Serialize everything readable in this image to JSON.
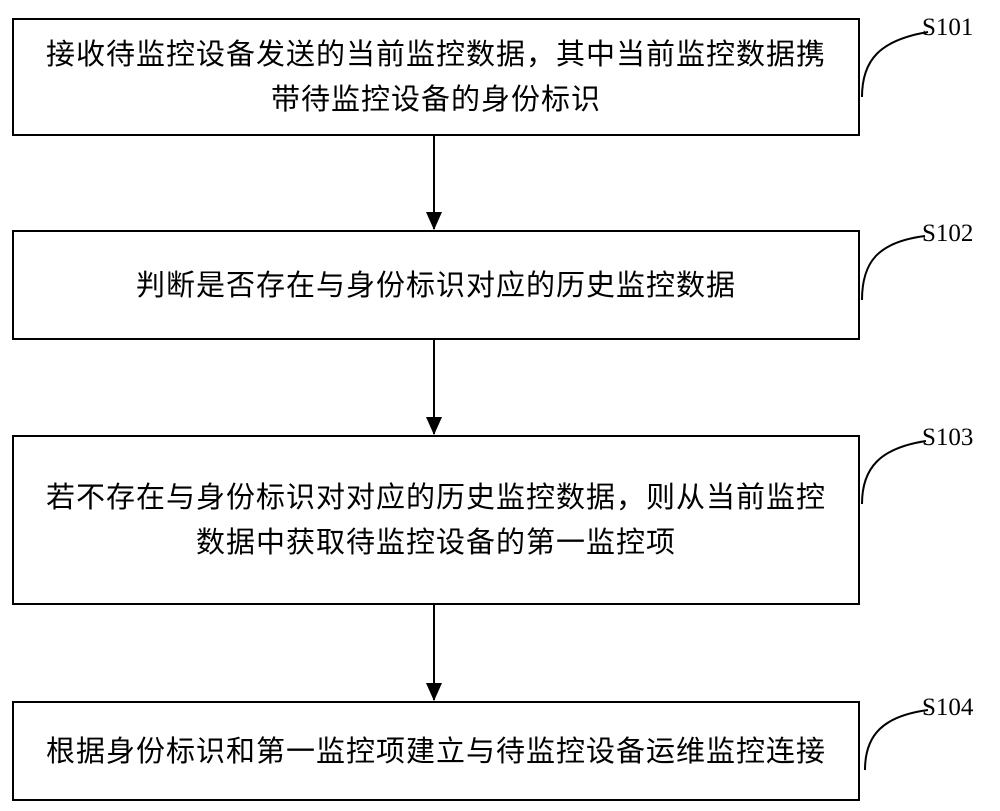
{
  "steps": [
    {
      "label": "S101",
      "text": "接收待监控设备发送的当前监控数据，其中当前监控数据携带待监控设备的身份标识"
    },
    {
      "label": "S102",
      "text": "判断是否存在与身份标识对应的历史监控数据"
    },
    {
      "label": "S103",
      "text": "若不存在与身份标识对对应的历史监控数据，则从当前监控数据中获取待监控设备的第一监控项"
    },
    {
      "label": "S104",
      "text": "根据身份标识和第一监控项建立与待监控设备运维监控连接"
    }
  ],
  "colors": {
    "stroke": "#000000",
    "background": "#ffffff"
  }
}
